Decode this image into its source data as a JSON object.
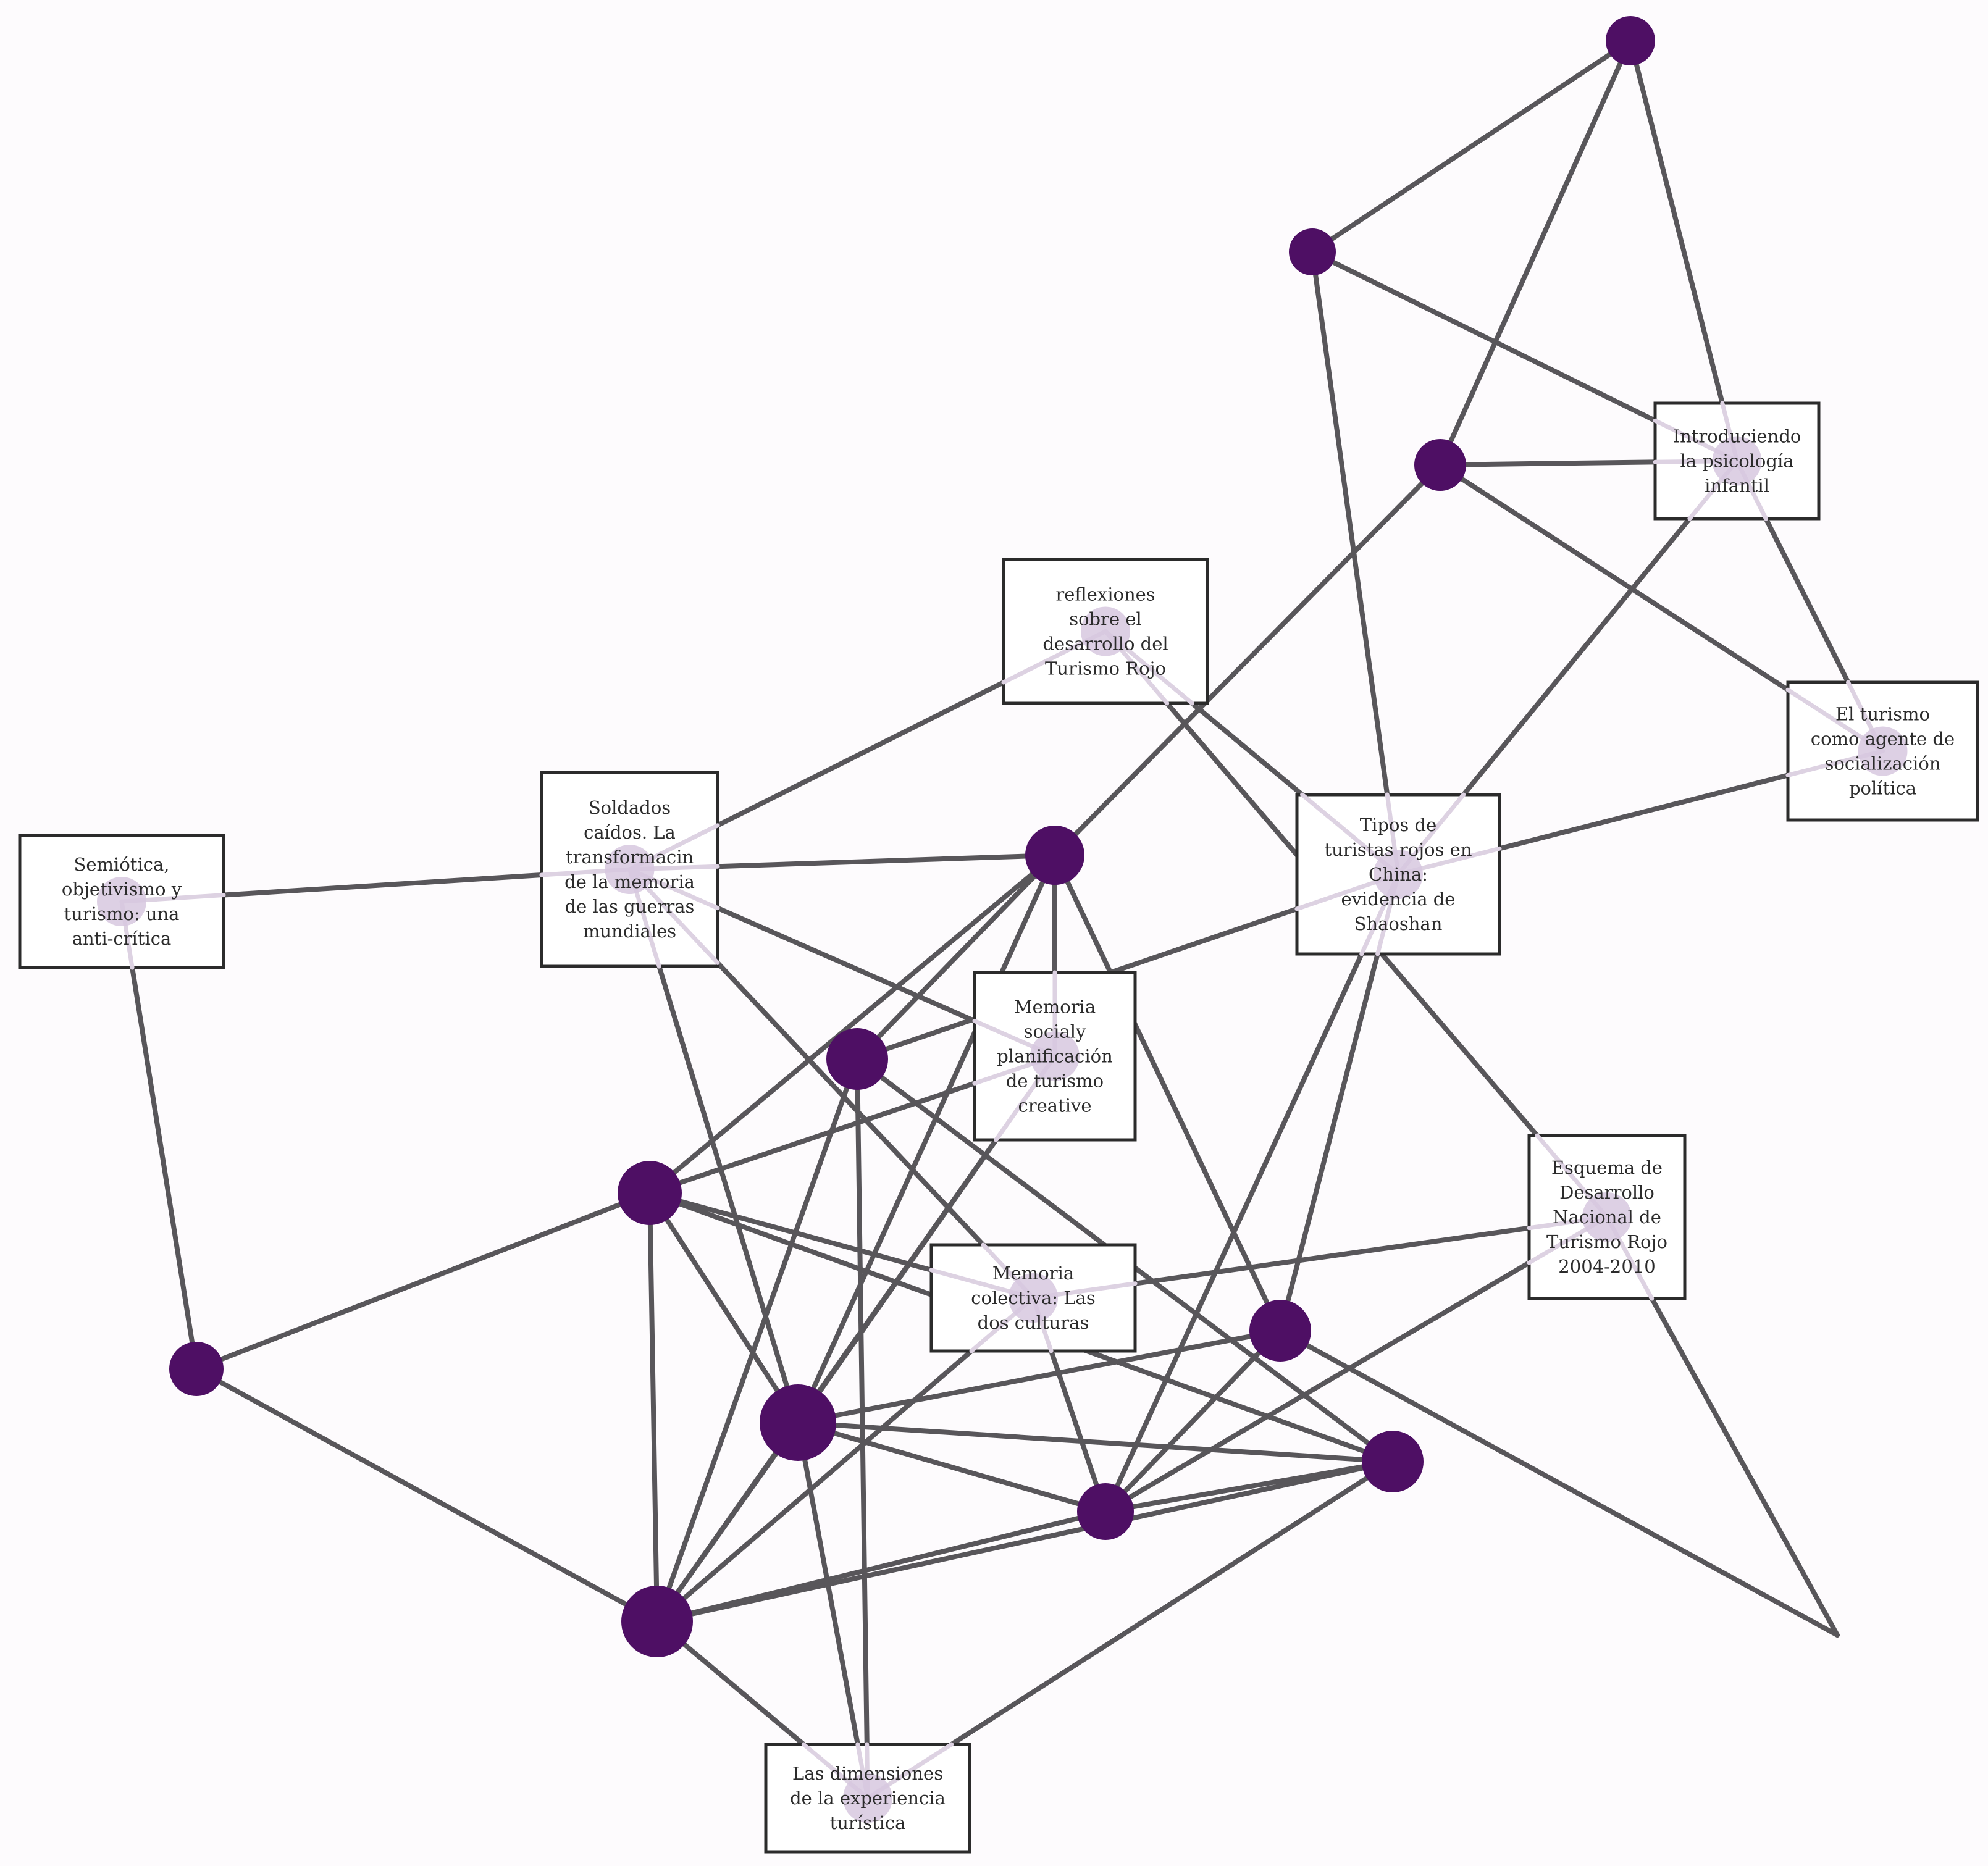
{
  "colors": {
    "node": "#4e0f64",
    "edge": "#58565a",
    "label_halo": "#d7c8df",
    "background": "#fdfbfd"
  },
  "nodes": [
    {
      "id": "n1"
    },
    {
      "id": "n2"
    },
    {
      "id": "n3"
    },
    {
      "id": "n4"
    },
    {
      "id": "n5"
    },
    {
      "id": "n6"
    },
    {
      "id": "n7"
    },
    {
      "id": "n8"
    },
    {
      "id": "n9"
    },
    {
      "id": "n10"
    },
    {
      "id": "n11"
    },
    {
      "id": "n12"
    },
    {
      "id": "n13"
    }
  ],
  "labels": [
    {
      "id": "psicologia",
      "lines": [
        "Introduciendo",
        "la psicología",
        "infantil"
      ]
    },
    {
      "id": "reflexiones",
      "lines": [
        "reflexiones",
        "sobre el",
        "desarrollo del",
        "Turismo Rojo"
      ]
    },
    {
      "id": "agente",
      "lines": [
        "El turismo",
        "como agente de",
        "socialización",
        "política"
      ]
    },
    {
      "id": "soldados",
      "lines": [
        "Soldados",
        "caídos. La",
        "transformacin",
        "de la memoria",
        "de las guerras",
        "mundiales"
      ]
    },
    {
      "id": "semiotica",
      "lines": [
        "Semiótica,",
        "objetivismo y",
        "turismo: una",
        "anti-crítica"
      ]
    },
    {
      "id": "tipos",
      "lines": [
        "Tipos de",
        "turistas rojos en",
        "China:",
        "evidencia de",
        "Shaoshan"
      ]
    },
    {
      "id": "memoria_social",
      "lines": [
        "Memoria",
        "socialy",
        "planificación",
        "de turismo",
        "creative"
      ]
    },
    {
      "id": "esquema",
      "lines": [
        "Esquema de",
        "Desarrollo",
        "Nacional de",
        "Turismo Rojo",
        "2004-2010"
      ]
    },
    {
      "id": "memoria_colectiva",
      "lines": [
        "Memoria",
        "colectiva: Las",
        "dos culturas"
      ]
    },
    {
      "id": "dimensiones",
      "lines": [
        "Las dimensiones",
        "de la experiencia",
        "turística"
      ]
    }
  ],
  "edges": [
    [
      "n1",
      "n2"
    ],
    [
      "n1",
      "n3"
    ],
    [
      "n1",
      "psicologia"
    ],
    [
      "n2",
      "psicologia"
    ],
    [
      "n2",
      "tipos"
    ],
    [
      "n3",
      "psicologia"
    ],
    [
      "n3",
      "agente"
    ],
    [
      "n3",
      "n4"
    ],
    [
      "psicologia",
      "agente"
    ],
    [
      "psicologia",
      "tipos"
    ],
    [
      "reflexiones",
      "soldados"
    ],
    [
      "reflexiones",
      "tipos"
    ],
    [
      "reflexiones",
      "esquema"
    ],
    [
      "agente",
      "tipos"
    ],
    [
      "semiotica",
      "soldados"
    ],
    [
      "semiotica",
      "n7"
    ],
    [
      "soldados",
      "n4"
    ],
    [
      "soldados",
      "memoria_social"
    ],
    [
      "soldados",
      "memoria_colectiva"
    ],
    [
      "soldados",
      "n8"
    ],
    [
      "n4",
      "n5"
    ],
    [
      "n4",
      "n6"
    ],
    [
      "n4",
      "memoria_social"
    ],
    [
      "n4",
      "n8"
    ],
    [
      "n4",
      "n11"
    ],
    [
      "n5",
      "tipos"
    ],
    [
      "n5",
      "n9"
    ],
    [
      "n5",
      "dimensiones"
    ],
    [
      "n5",
      "n12"
    ],
    [
      "n6",
      "memoria_social"
    ],
    [
      "n6",
      "n7"
    ],
    [
      "n6",
      "n8"
    ],
    [
      "n6",
      "n12"
    ],
    [
      "n6",
      "memoria_colectiva"
    ],
    [
      "n6",
      "n9"
    ],
    [
      "n7",
      "n9"
    ],
    [
      "tipos",
      "n10"
    ],
    [
      "tipos",
      "n11"
    ],
    [
      "memoria_social",
      "n8"
    ],
    [
      "memoria_social",
      "n9"
    ],
    [
      "memoria_colectiva",
      "n10"
    ],
    [
      "memoria_colectiva",
      "esquema"
    ],
    [
      "memoria_colectiva",
      "n9"
    ],
    [
      "esquema",
      "n10"
    ],
    [
      "esquema",
      "n13"
    ],
    [
      "n8",
      "n12"
    ],
    [
      "n8",
      "n11"
    ],
    [
      "n8",
      "dimensiones"
    ],
    [
      "n8",
      "n9"
    ],
    [
      "n8",
      "n10"
    ],
    [
      "n9",
      "n10"
    ],
    [
      "n9",
      "dimensiones"
    ],
    [
      "n9",
      "n12"
    ],
    [
      "n12",
      "dimensiones"
    ],
    [
      "n12",
      "n10"
    ],
    [
      "n10",
      "n11"
    ],
    [
      "n11",
      "n13"
    ]
  ]
}
